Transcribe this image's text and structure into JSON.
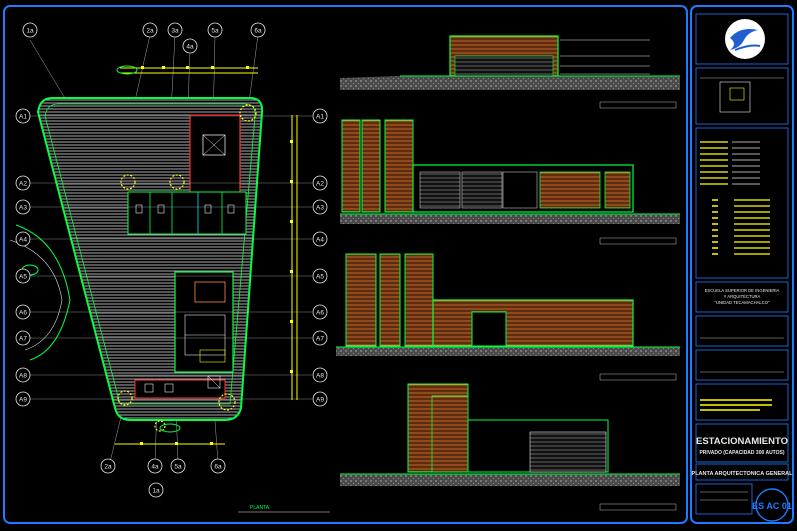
{
  "plan": {
    "grid_rows": [
      "A1",
      "A2",
      "A3",
      "A4",
      "A5",
      "A6",
      "A7",
      "A8",
      "A9"
    ],
    "grid_cols_top": [
      "1a",
      "2a",
      "3a",
      "4a",
      "5a",
      "6a"
    ],
    "grid_cols_bottom": [
      "2a",
      "4a",
      "5a",
      "6a",
      "1a"
    ],
    "caption": "PLANTA"
  },
  "title_block": {
    "school_line1": "ESCUELA SUPERIOR DE INGENIERIA",
    "school_line2": "Y ARQUITECTURA",
    "school_line3": "\"UNIDAD TECAMACHALCO\"",
    "project_title": "ESTACIONAMIENTO",
    "project_subtitle": "PRIVADO (CAPACIDAD 300 AUTOS)",
    "sheet_title": "PLANTA ARQUITECTONICA GENERAL",
    "sheet_code": "ES AC 01"
  },
  "colors": {
    "frame": "#1f7bff",
    "grid": "#e8e8e8",
    "wall": "#00ff40",
    "accent": "#ffff00",
    "brick": "#ff8a3c",
    "red": "#ff3030",
    "cyan": "#00e5ff"
  }
}
